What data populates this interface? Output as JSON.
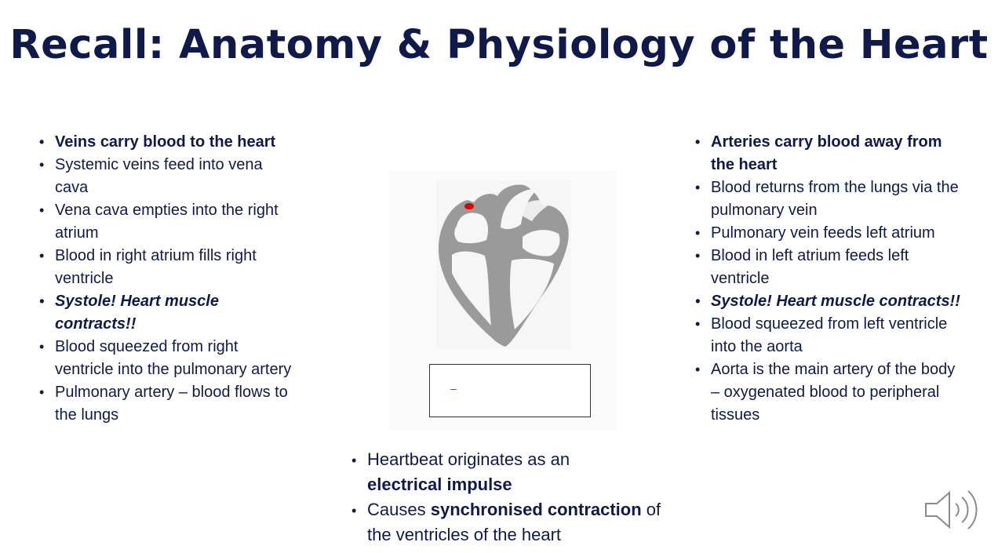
{
  "title": "Recall: Anatomy & Physiology of the Heart",
  "left_list": [
    {
      "text": "Veins carry blood to the heart",
      "style": "bold"
    },
    {
      "text": "Systemic veins feed into vena cava",
      "style": "normal"
    },
    {
      "text": "Vena cava empties into the right atrium",
      "style": "normal"
    },
    {
      "text": "Blood in right atrium fills right ventricle",
      "style": "normal"
    },
    {
      "text": "Systole! Heart muscle contracts!!",
      "style": "bold-italic"
    },
    {
      "text": "Blood squeezed from right ventricle into the pulmonary artery",
      "style": "normal"
    },
    {
      "text": "Pulmonary artery – blood flows to the lungs",
      "style": "normal"
    }
  ],
  "right_list": [
    {
      "text": "Arteries carry blood away from the heart",
      "style": "bold"
    },
    {
      "text": "Blood returns from the lungs via the pulmonary vein",
      "style": "normal"
    },
    {
      "text": "Pulmonary vein feeds left atrium",
      "style": "normal"
    },
    {
      "text": "Blood in left atrium feeds left ventricle",
      "style": "normal"
    },
    {
      "text": "Systole! Heart muscle contracts!!",
      "style": "bold-italic"
    },
    {
      "text": "Blood squeezed from left ventricle into the aorta",
      "style": "normal"
    },
    {
      "text": "Aorta is the main artery of the body – oxygenated blood to peripheral tissues",
      "style": "normal"
    }
  ],
  "center_list": {
    "item1": {
      "pre": "Heartbeat originates as an ",
      "bold": "electrical impulse"
    },
    "item2": {
      "pre": "Causes ",
      "bold": "synchronised contraction",
      "post": " of the ventricles of the heart"
    }
  },
  "figure": {
    "caption_text": "–",
    "icons": {
      "heart": "heart-diagram-icon",
      "impulse": "sa-node-dot",
      "speaker": "speaker-icon"
    },
    "colors": {
      "heart_fill": "#9a9a9a",
      "impulse": "#e00000",
      "title": "#0f1a4a"
    }
  }
}
